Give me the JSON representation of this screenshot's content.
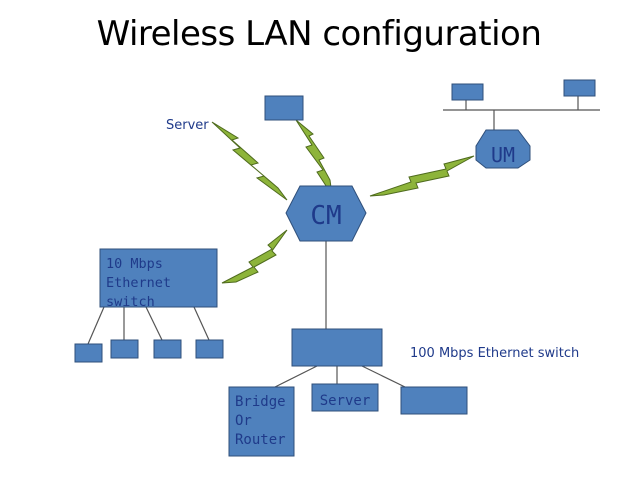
{
  "title": "Wireless LAN configuration",
  "colors": {
    "node_fill": "#4f81bd",
    "node_stroke": "#2f4f7a",
    "bolt_fill": "#8db43a",
    "bolt_stroke": "#4f6b1e",
    "line": "#555555",
    "text": "#1f3a8a"
  },
  "nodes": {
    "cm_label": "CM",
    "um_label": "UM",
    "server_top_label": "Server",
    "switch10_label": [
      "10 Mbps",
      "Ethernet",
      "switch"
    ],
    "switch100_label": "100 Mbps Ethernet switch",
    "bridge_label": [
      "Bridge",
      "Or",
      "Router"
    ],
    "server_bottom_label": "Server"
  }
}
